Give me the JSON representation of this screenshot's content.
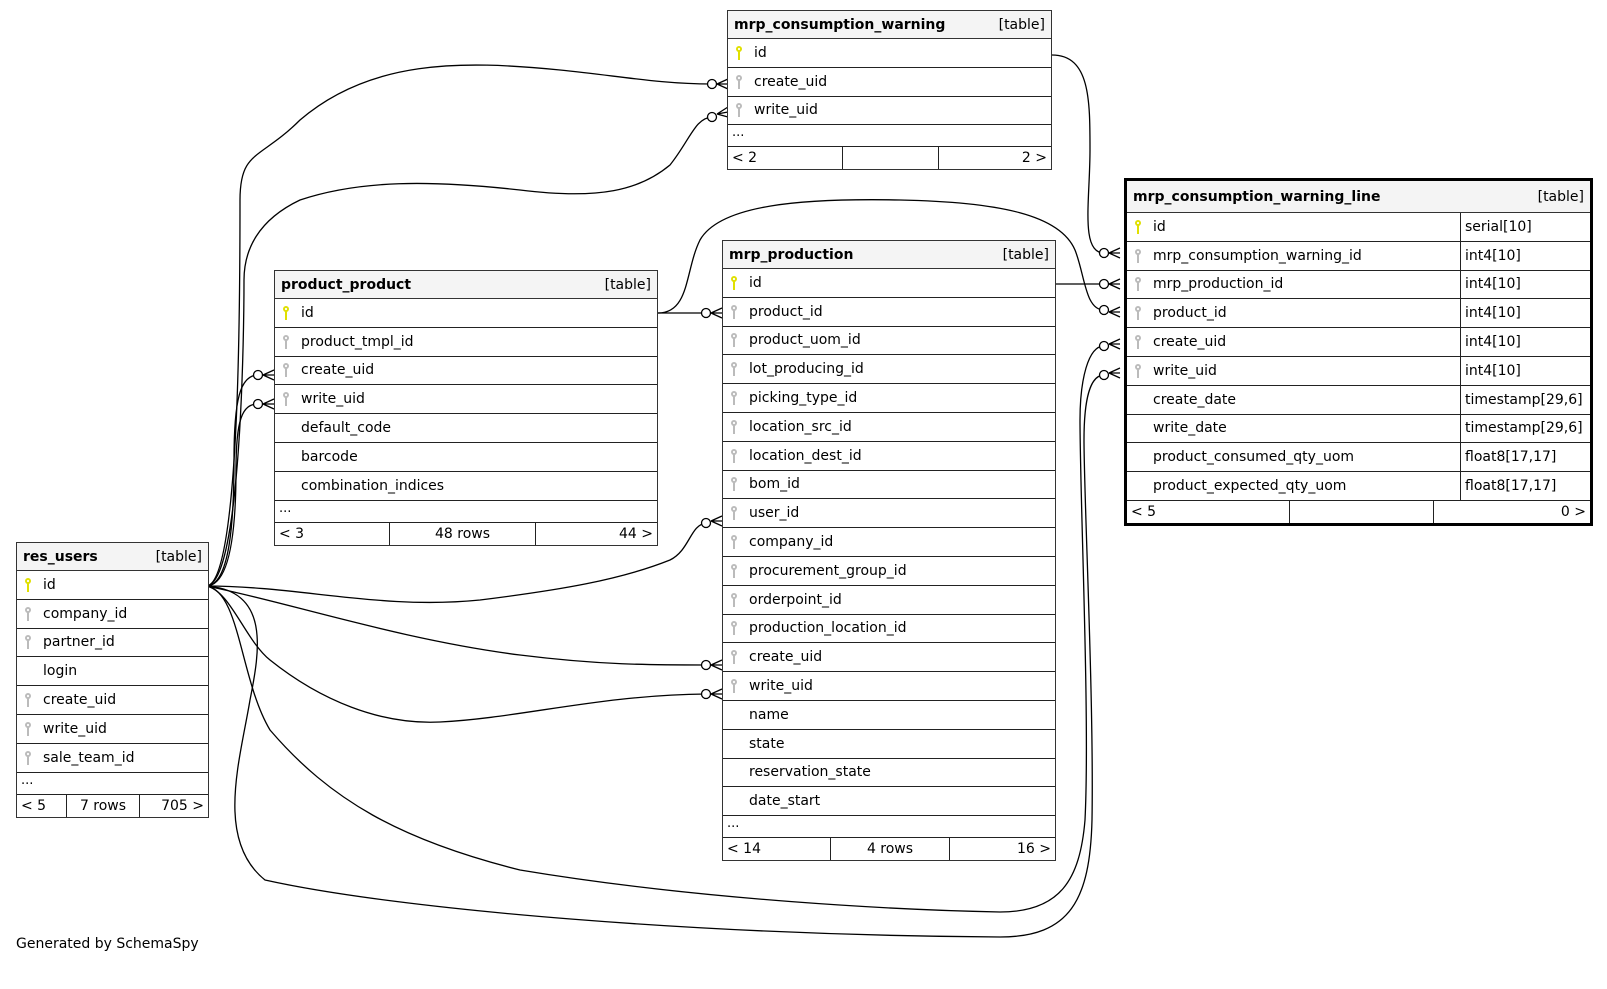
{
  "diagram": {
    "generator_label": "Generated by SchemaSpy",
    "colors": {
      "primary_key": "#e0e000",
      "foreign_key": "#bbbbbb",
      "header_bg": "#f4f4f4"
    },
    "tables": {
      "mrp_consumption_warning": {
        "name": "mrp_consumption_warning",
        "kind": "[table]",
        "columns": [
          {
            "name": "id",
            "key": "primary"
          },
          {
            "name": "create_uid",
            "key": "foreign"
          },
          {
            "name": "write_uid",
            "key": "foreign"
          }
        ],
        "more": "...",
        "footer": {
          "left": "< 2",
          "middle": "",
          "right": "2 >"
        }
      },
      "mrp_consumption_warning_line": {
        "name": "mrp_consumption_warning_line",
        "kind": "[table]",
        "columns": [
          {
            "name": "id",
            "key": "primary",
            "type": "serial[10]"
          },
          {
            "name": "mrp_consumption_warning_id",
            "key": "foreign",
            "type": "int4[10]"
          },
          {
            "name": "mrp_production_id",
            "key": "foreign",
            "type": "int4[10]"
          },
          {
            "name": "product_id",
            "key": "foreign",
            "type": "int4[10]"
          },
          {
            "name": "create_uid",
            "key": "foreign",
            "type": "int4[10]"
          },
          {
            "name": "write_uid",
            "key": "foreign",
            "type": "int4[10]"
          },
          {
            "name": "create_date",
            "key": "none",
            "type": "timestamp[29,6]"
          },
          {
            "name": "write_date",
            "key": "none",
            "type": "timestamp[29,6]"
          },
          {
            "name": "product_consumed_qty_uom",
            "key": "none",
            "type": "float8[17,17]"
          },
          {
            "name": "product_expected_qty_uom",
            "key": "none",
            "type": "float8[17,17]"
          }
        ],
        "footer": {
          "left": "< 5",
          "middle": "",
          "right": "0 >"
        }
      },
      "product_product": {
        "name": "product_product",
        "kind": "[table]",
        "columns": [
          {
            "name": "id",
            "key": "primary"
          },
          {
            "name": "product_tmpl_id",
            "key": "foreign"
          },
          {
            "name": "create_uid",
            "key": "foreign"
          },
          {
            "name": "write_uid",
            "key": "foreign"
          },
          {
            "name": "default_code",
            "key": "none"
          },
          {
            "name": "barcode",
            "key": "none"
          },
          {
            "name": "combination_indices",
            "key": "none"
          }
        ],
        "more": "...",
        "footer": {
          "left": "< 3",
          "middle": "48 rows",
          "right": "44 >"
        }
      },
      "mrp_production": {
        "name": "mrp_production",
        "kind": "[table]",
        "columns": [
          {
            "name": "id",
            "key": "primary"
          },
          {
            "name": "product_id",
            "key": "foreign"
          },
          {
            "name": "product_uom_id",
            "key": "foreign"
          },
          {
            "name": "lot_producing_id",
            "key": "foreign"
          },
          {
            "name": "picking_type_id",
            "key": "foreign"
          },
          {
            "name": "location_src_id",
            "key": "foreign"
          },
          {
            "name": "location_dest_id",
            "key": "foreign"
          },
          {
            "name": "bom_id",
            "key": "foreign"
          },
          {
            "name": "user_id",
            "key": "foreign"
          },
          {
            "name": "company_id",
            "key": "foreign"
          },
          {
            "name": "procurement_group_id",
            "key": "foreign"
          },
          {
            "name": "orderpoint_id",
            "key": "foreign"
          },
          {
            "name": "production_location_id",
            "key": "foreign"
          },
          {
            "name": "create_uid",
            "key": "foreign"
          },
          {
            "name": "write_uid",
            "key": "foreign"
          },
          {
            "name": "name",
            "key": "none"
          },
          {
            "name": "state",
            "key": "none"
          },
          {
            "name": "reservation_state",
            "key": "none"
          },
          {
            "name": "date_start",
            "key": "none"
          }
        ],
        "more": "...",
        "footer": {
          "left": "< 14",
          "middle": "4 rows",
          "right": "16 >"
        }
      },
      "res_users": {
        "name": "res_users",
        "kind": "[table]",
        "columns": [
          {
            "name": "id",
            "key": "primary"
          },
          {
            "name": "company_id",
            "key": "foreign"
          },
          {
            "name": "partner_id",
            "key": "foreign"
          },
          {
            "name": "login",
            "key": "none"
          },
          {
            "name": "create_uid",
            "key": "foreign"
          },
          {
            "name": "write_uid",
            "key": "foreign"
          },
          {
            "name": "sale_team_id",
            "key": "foreign"
          }
        ],
        "more": "...",
        "footer": {
          "left": "< 5",
          "middle": "7 rows",
          "right": "705 >"
        }
      }
    },
    "relationships": [
      {
        "from": "res_users.id",
        "to": "mrp_consumption_warning.create_uid",
        "cardinality": "zero-or-many"
      },
      {
        "from": "res_users.id",
        "to": "mrp_consumption_warning.write_uid",
        "cardinality": "zero-or-many"
      },
      {
        "from": "res_users.id",
        "to": "product_product.create_uid",
        "cardinality": "zero-or-many"
      },
      {
        "from": "res_users.id",
        "to": "product_product.write_uid",
        "cardinality": "zero-or-many"
      },
      {
        "from": "res_users.id",
        "to": "mrp_production.user_id",
        "cardinality": "zero-or-many"
      },
      {
        "from": "res_users.id",
        "to": "mrp_production.create_uid",
        "cardinality": "zero-or-many"
      },
      {
        "from": "res_users.id",
        "to": "mrp_production.write_uid",
        "cardinality": "zero-or-many"
      },
      {
        "from": "res_users.id",
        "to": "mrp_consumption_warning_line.create_uid",
        "cardinality": "zero-or-many"
      },
      {
        "from": "res_users.id",
        "to": "mrp_consumption_warning_line.write_uid",
        "cardinality": "zero-or-many"
      },
      {
        "from": "product_product.id",
        "to": "mrp_production.product_id",
        "cardinality": "zero-or-many"
      },
      {
        "from": "product_product.id",
        "to": "mrp_consumption_warning_line.product_id",
        "cardinality": "zero-or-many"
      },
      {
        "from": "mrp_consumption_warning.id",
        "to": "mrp_consumption_warning_line.mrp_consumption_warning_id",
        "cardinality": "zero-or-many"
      },
      {
        "from": "mrp_production.id",
        "to": "mrp_consumption_warning_line.mrp_production_id",
        "cardinality": "zero-or-many"
      }
    ]
  }
}
